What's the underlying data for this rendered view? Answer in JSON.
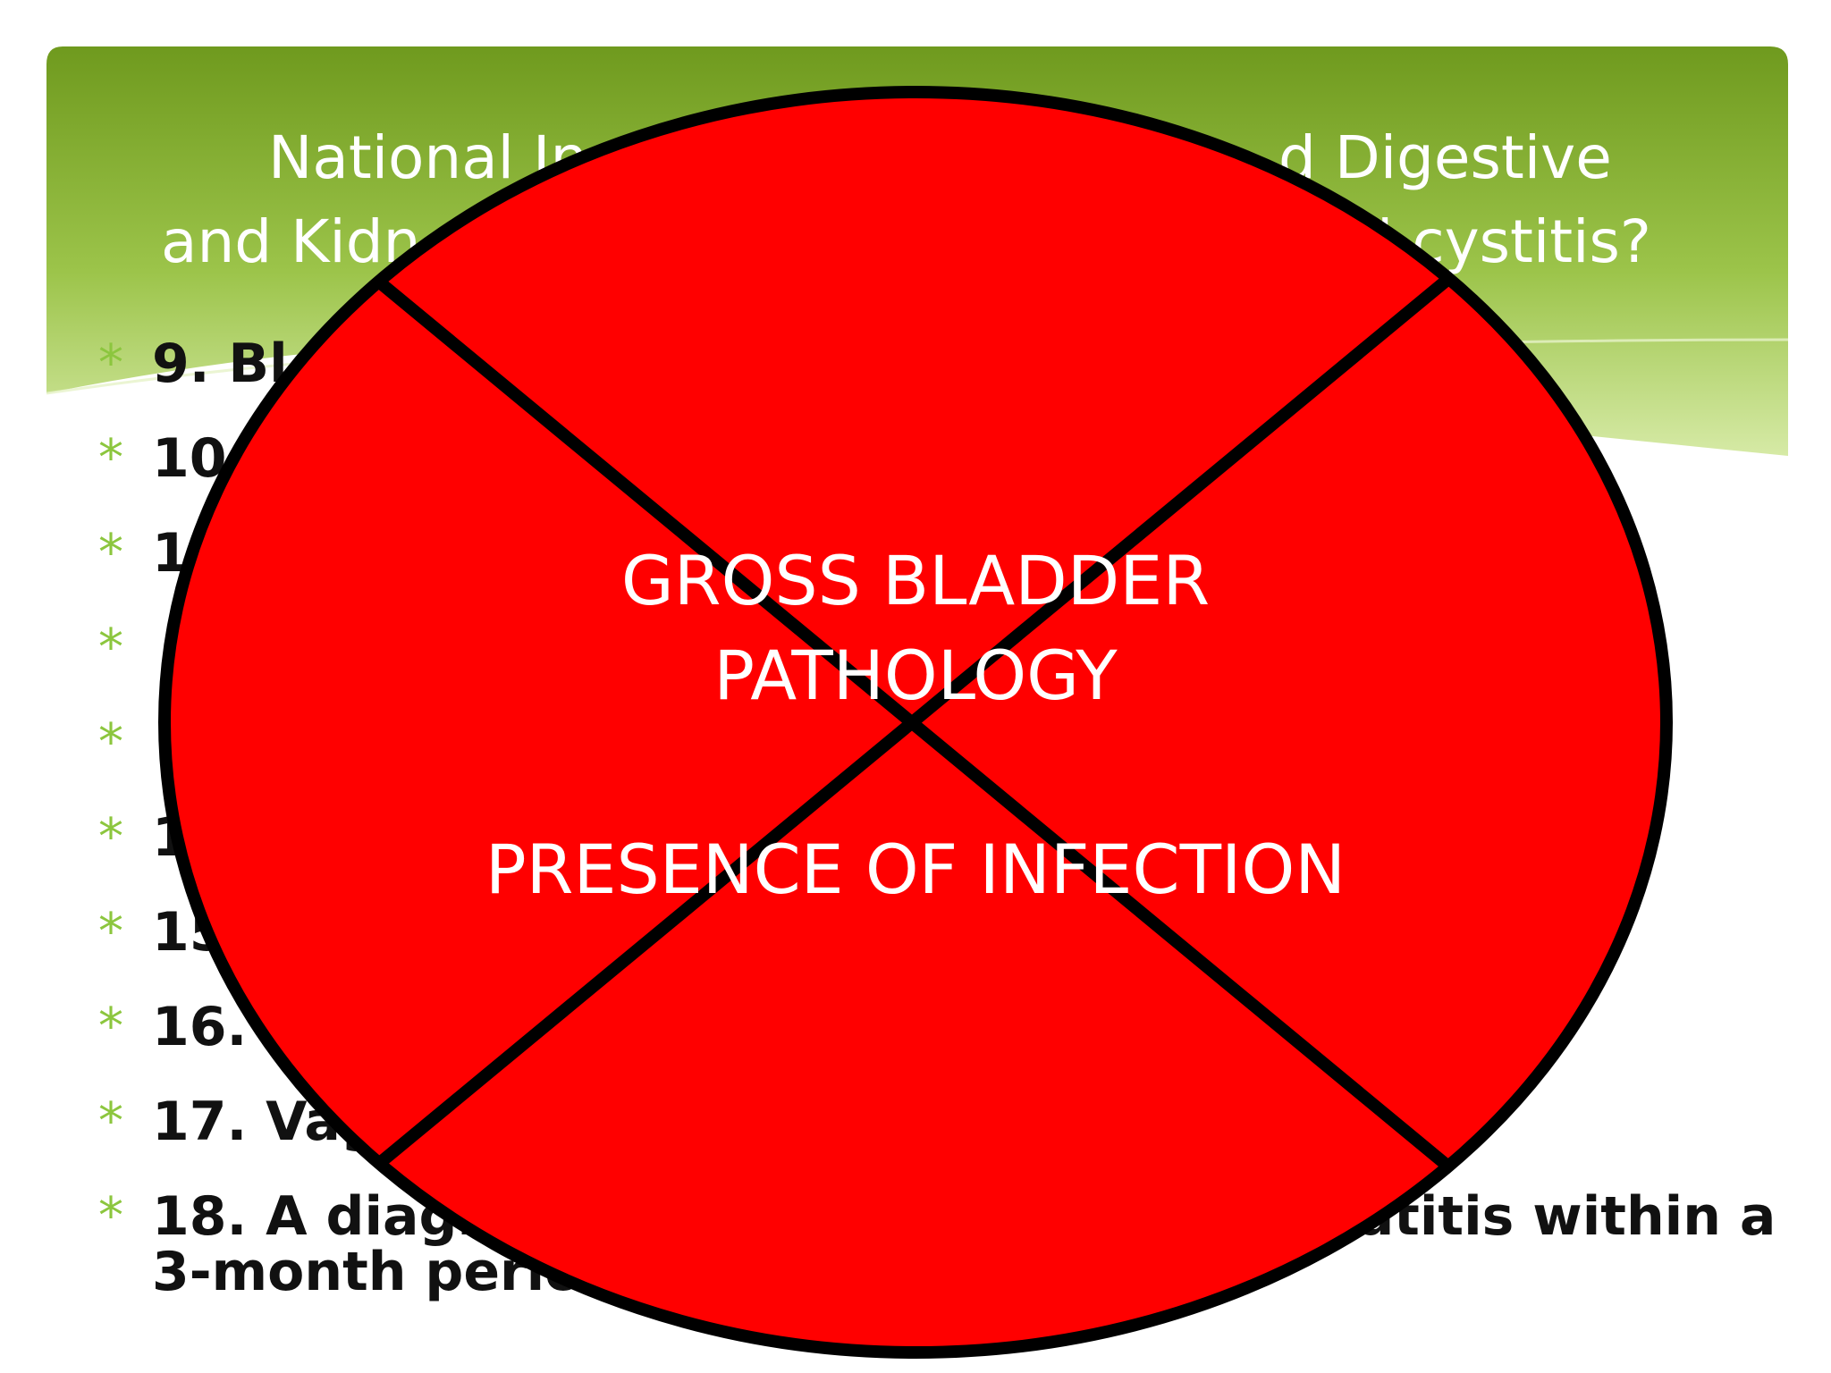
{
  "slide": {
    "title_line1_left": "National In",
    "title_line1_right": "d Digestive",
    "title_line2_left": "and Kidn",
    "title_line2_right": "l cystitis?",
    "bullets": [
      {
        "text": "9. Bl"
      },
      {
        "text": "10"
      },
      {
        "text": "1"
      },
      {
        "text": ""
      },
      {
        "text": ""
      },
      {
        "text": "1"
      },
      {
        "text": "15"
      },
      {
        "text": "16. D"
      },
      {
        "text": "17. Vag"
      },
      {
        "text": "18. A diagno",
        "tail": "tatitis within a",
        "line2": "3-month period"
      }
    ],
    "bullet_glyph": "*"
  },
  "overlay": {
    "label_line1": "GROSS BLADDER",
    "label_line2": "PATHOLOGY",
    "label_line3": "PRESENCE OF INFECTION",
    "fill_color": "#ff0000",
    "stroke_color": "#000000"
  },
  "colors": {
    "header_dark": "#6f9a1e",
    "header_light": "#c8e38a",
    "bullet": "#8cc63e"
  }
}
